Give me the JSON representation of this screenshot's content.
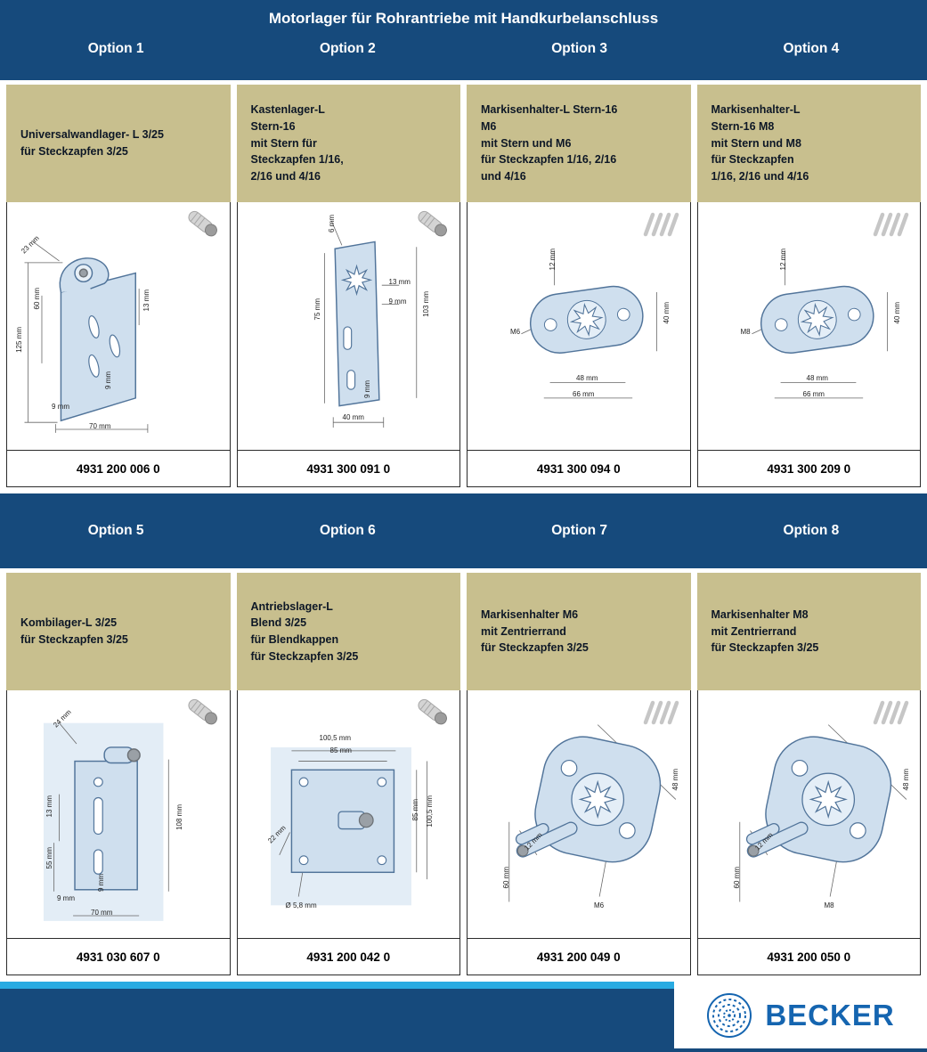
{
  "title": "Motorlager für Rohrantriebe mit Handkurbelanschluss",
  "brand": {
    "name": "BECKER"
  },
  "colors": {
    "band_blue": "#164a7c",
    "khaki": "#c8bf8e",
    "accent_cyan": "#29abe2",
    "brand_blue": "#1565b0"
  },
  "cards": [
    {
      "option": "Option 1",
      "name": "Universalwandlager- L 3/25\nfür Steckzapfen 3/25",
      "part_number": "4931 200 006 0",
      "icon": "crank-icon",
      "dims": [
        "23 mm",
        "60 mm",
        "13 mm",
        "125 mm",
        "9 mm",
        "9 mm",
        "70 mm"
      ]
    },
    {
      "option": "Option 2",
      "name": "Kastenlager-L\nStern-16\nmit Stern für\nSteckzapfen 1/16,\n2/16 und 4/16",
      "part_number": "4931 300 091 0",
      "icon": "crank-icon",
      "dims": [
        "6 mm",
        "75 mm",
        "13 mm",
        "9 mm",
        "103 mm",
        "9 mm",
        "40 mm"
      ]
    },
    {
      "option": "Option 3",
      "name": "Markisenhalter-L Stern-16\nM6\nmit Stern und M6\nfür Steckzapfen 1/16, 2/16\nund 4/16",
      "part_number": "4931 300 094 0",
      "icon": "hatch-icon",
      "dims": [
        "12 mm",
        "M6",
        "40 mm",
        "48 mm",
        "66 mm"
      ]
    },
    {
      "option": "Option 4",
      "name": "Markisenhalter-L\nStern-16 M8\nmit Stern und M8\nfür Steckzapfen\n1/16, 2/16 und 4/16",
      "part_number": "4931 300 209 0",
      "icon": "hatch-icon",
      "dims": [
        "12 mm",
        "M8",
        "40 mm",
        "48 mm",
        "66 mm"
      ]
    },
    {
      "option": "Option 5",
      "name": "Kombilager-L 3/25\nfür Steckzapfen 3/25",
      "part_number": "4931 030 607 0",
      "icon": "crank-icon",
      "dims": [
        "24 mm",
        "13 mm",
        "108 mm",
        "55 mm",
        "9 mm",
        "9 mm",
        "70 mm"
      ]
    },
    {
      "option": "Option 6",
      "name": "Antriebslager-L\nBlend 3/25\nfür Blendkappen\nfür Steckzapfen 3/25",
      "part_number": "4931 200 042 0",
      "icon": "crank-icon",
      "dims": [
        "100,5 mm",
        "85 mm",
        "85 mm",
        "100,5 mm",
        "22 mm",
        "Ø 5,8 mm"
      ]
    },
    {
      "option": "Option 7",
      "name": "Markisenhalter M6\nmit Zentrierrand\nfür Steckzapfen 3/25",
      "part_number": "4931 200 049 0",
      "icon": "hatch-icon",
      "dims": [
        "48 mm",
        "12 mm",
        "60 mm",
        "M6"
      ]
    },
    {
      "option": "Option 8",
      "name": "Markisenhalter M8\nmit Zentrierrand\nfür Steckzapfen 3/25",
      "part_number": "4931 200 050 0",
      "icon": "hatch-icon",
      "dims": [
        "48 mm",
        "12 mm",
        "60 mm",
        "M8"
      ]
    }
  ]
}
